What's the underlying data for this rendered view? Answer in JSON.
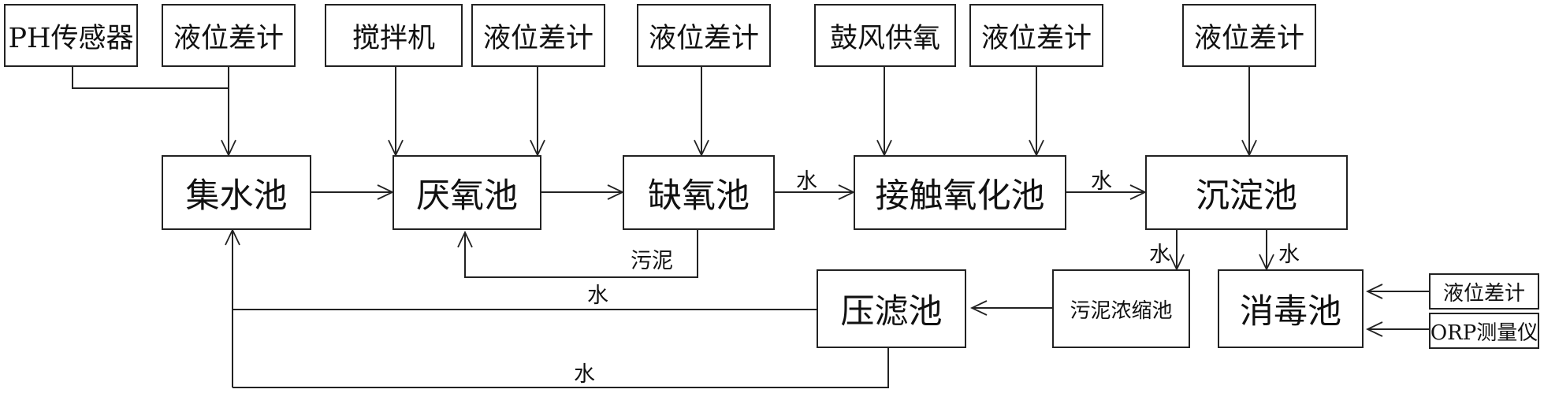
{
  "boxes": {
    "ph_sensor": "PH传感器",
    "level_meter_1": "液位差计",
    "mixer": "搅拌机",
    "level_meter_2": "液位差计",
    "level_meter_3": "液位差计",
    "blower": "鼓风供氧",
    "level_meter_4": "液位差计",
    "level_meter_5": "液位差计",
    "collection_tank": "集水池",
    "anaerobic_tank": "厌氧池",
    "anoxic_tank": "缺氧池",
    "contact_oxidation_tank": "接触氧化池",
    "sedimentation_tank": "沉淀池",
    "filter_press_tank": "压滤池",
    "sludge_thickening_tank": "污泥浓缩池",
    "disinfection_tank": "消毒池",
    "level_meter_6": "液位差计",
    "orp_meter": "ORP测量仪"
  },
  "labels": {
    "water_1": "水",
    "water_2": "水",
    "water_3": "水",
    "water_4": "水",
    "water_5": "水",
    "water_6": "水",
    "sludge": "污泥"
  }
}
